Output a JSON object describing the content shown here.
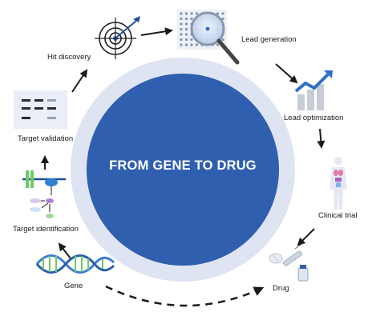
{
  "diagram": {
    "center_title": "FROM GENE TO DRUG",
    "stages": {
      "gene": "Gene",
      "target_identification": "Target identification",
      "target_validation": "Target validation",
      "hit_discovery": "Hit discovery",
      "lead_generation": "Lead generation",
      "lead_optimization": "Lead optimization",
      "clinical_trial": "Clinical trial",
      "drug": "Drug"
    }
  },
  "colors": {
    "outer_ring": "#dfe4f3",
    "inner_circle": "#2f5fae",
    "accent_blue": "#3d7fd6",
    "accent_green": "#6ecb63",
    "arrow": "#1a1a1a"
  },
  "icons": [
    "dna-helix-icon",
    "gene-network-icon",
    "gel-blot-icon",
    "target-icon",
    "magnifier-plate-icon",
    "bar-chart-up-icon",
    "human-body-icon",
    "pills-syringe-icon"
  ]
}
